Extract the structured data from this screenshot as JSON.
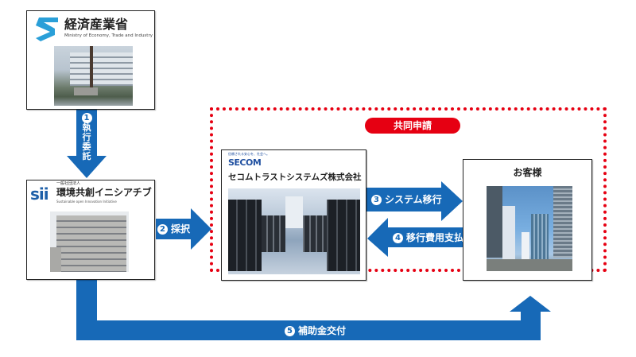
{
  "colors": {
    "arrow_blue": "#1769b7",
    "frame_red": "#e60012",
    "meti_logo_blue": "#2a9fd8",
    "sii_logo_blue": "#1d5fa8",
    "secom_blue": "#1f4fa0"
  },
  "meti": {
    "name": "経済産業省",
    "subtitle": "Ministry of Economy, Trade and Industry",
    "logo_icon": "meti-logo-icon",
    "photo": "meti-building-photo"
  },
  "sii": {
    "logo_text": "sii",
    "prefix": "一般社団法人",
    "name": "環境共創イニシアチブ",
    "subtitle": "Sustainable open Innovation Initiative",
    "photo": "sii-building-photo"
  },
  "secom": {
    "logo_text": "SECOM",
    "tagline": "信頼される安心を、社会へ。",
    "name": "セコムトラストシステムズ株式会社",
    "photo": "data-center-photo"
  },
  "customer": {
    "name": "お客様",
    "photo": "city-buildings-photo"
  },
  "joint_application": {
    "label": "共同申請"
  },
  "flows": [
    {
      "number": "1",
      "label": "執行委託",
      "chars": [
        "執",
        "行",
        "委",
        "託"
      ]
    },
    {
      "number": "2",
      "label": "採択"
    },
    {
      "number": "3",
      "label": "システム移行"
    },
    {
      "number": "4",
      "label": "移行費用支払"
    },
    {
      "number": "5",
      "label": "補助金交付"
    }
  ]
}
